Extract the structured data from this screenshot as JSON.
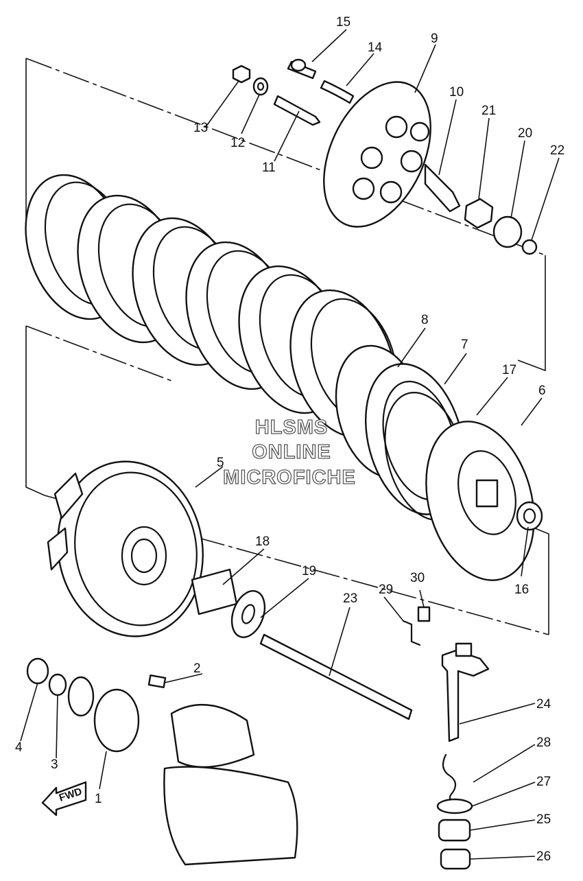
{
  "labels": [
    "1",
    "2",
    "3",
    "4",
    "5",
    "6",
    "7",
    "8",
    "9",
    "10",
    "11",
    "12",
    "13",
    "14",
    "15",
    "16",
    "17",
    "18",
    "19",
    "20",
    "21",
    "22",
    "23",
    "24",
    "25",
    "26",
    "27",
    "28",
    "29",
    "30"
  ],
  "watermark": {
    "line1": "HLSMS",
    "line2": "ONLINE",
    "line3": "MICROFICHE"
  },
  "fwd_arrow_label": "FWD"
}
